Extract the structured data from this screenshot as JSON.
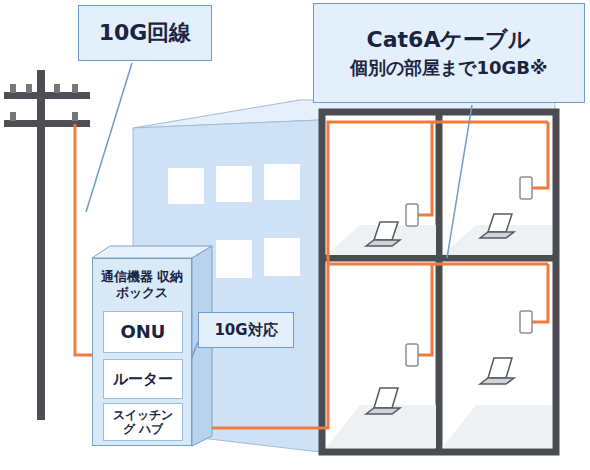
{
  "diagram": {
    "nodes": [
      {
        "text": [
          "10G回線"
        ]
      },
      {
        "text": [
          "Cat6Aケーブル",
          "個別の部屋まで10GB※"
        ]
      },
      {
        "text": [
          "通信機器 収納ボックス"
        ]
      },
      {
        "text": [
          "ONU"
        ],
        "in": 2
      },
      {
        "text": [
          "10G対応"
        ]
      },
      {
        "text": [
          "ルーター"
        ],
        "in": 2
      },
      {
        "text": [
          "スイッチング ハブ"
        ],
        "in": 2
      }
    ],
    "edges": [
      {
        "from": 4,
        "to": 5,
        "arrow": "none"
      }
    ]
  }
}
